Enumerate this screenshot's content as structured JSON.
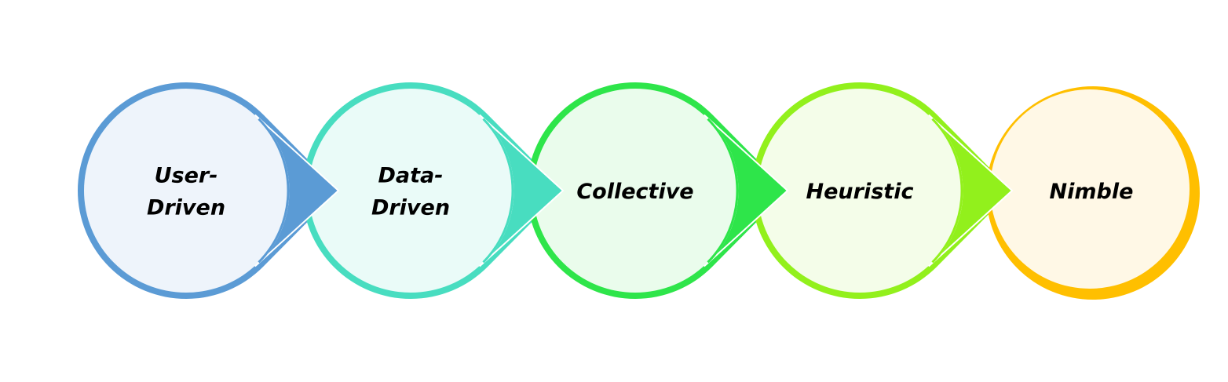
{
  "diagram": {
    "type": "process-flow",
    "direction": "left-to-right",
    "steps": [
      {
        "id": "user-driven",
        "label_lines": [
          "User-",
          "Driven"
        ],
        "stroke": "#5B9BD5",
        "fill": "#EEF4FB",
        "has_arrow": true
      },
      {
        "id": "data-driven",
        "label_lines": [
          "Data-",
          "Driven"
        ],
        "stroke": "#48DDC0",
        "fill": "#EAFBF8",
        "has_arrow": true
      },
      {
        "id": "collective",
        "label_lines": [
          "Collective"
        ],
        "stroke": "#2EE54A",
        "fill": "#EAFCEC",
        "has_arrow": true
      },
      {
        "id": "heuristic",
        "label_lines": [
          "Heuristic"
        ],
        "stroke": "#92F01C",
        "fill": "#F4FDE9",
        "has_arrow": true
      },
      {
        "id": "nimble",
        "label_lines": [
          "Nimble"
        ],
        "stroke": "#FFBF00",
        "fill": "#FFF8E6",
        "has_arrow": false
      }
    ]
  }
}
